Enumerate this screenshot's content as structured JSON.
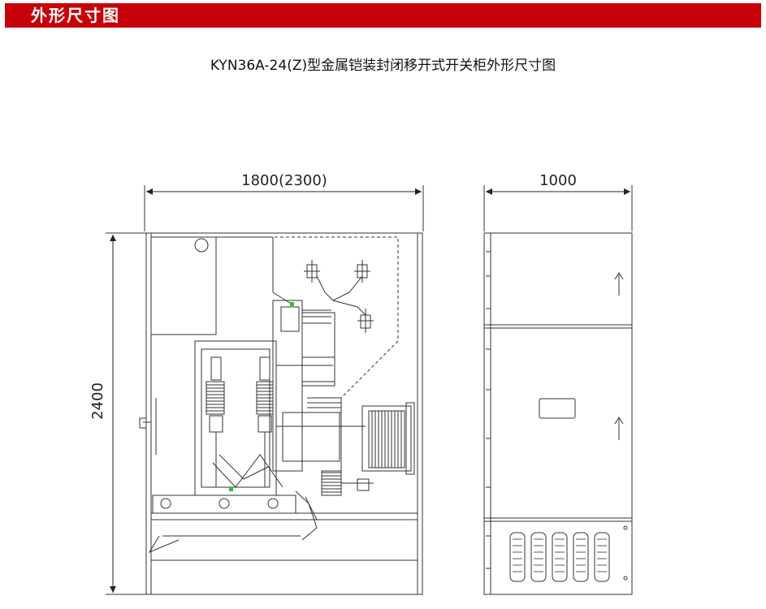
{
  "header": {
    "title": "外形尺寸图"
  },
  "diagram": {
    "caption": "KYN36A-24(Z)型金属铠装封闭移开式开关柜外形尺寸图",
    "dimensions": {
      "front_width": "1800(2300)",
      "side_depth": "1000",
      "height": "2400"
    }
  },
  "colors": {
    "banner": "#c8000a",
    "line": "#333333",
    "accent_green": "#2fbf3a"
  }
}
